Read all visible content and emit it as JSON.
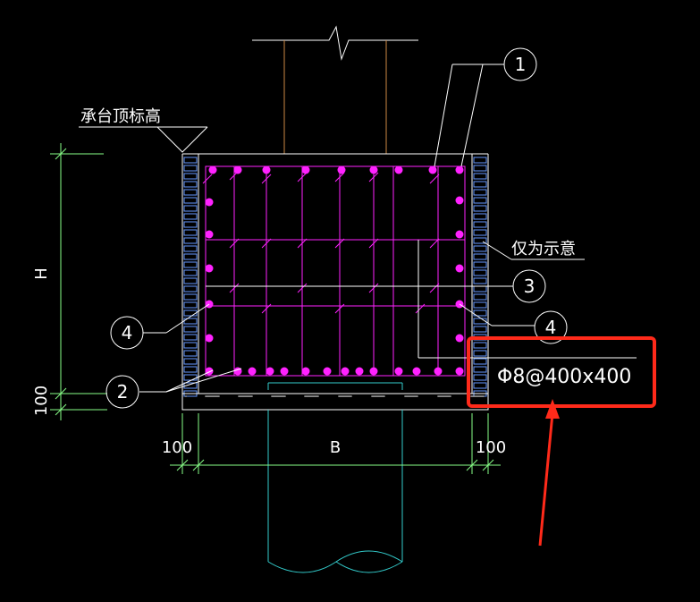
{
  "labels": {
    "cap_top_elevation": "承台顶标高",
    "schematic_only": "仅为示意",
    "height_dim": "H",
    "width_dim": "B",
    "dim_100_bottom": "100",
    "dim_100_left": "100",
    "dim_100_right": "100",
    "rebar_spec": "Φ8@400x400"
  },
  "callouts": [
    "1",
    "2",
    "3",
    "4",
    "4"
  ],
  "colors": {
    "background": "#000000",
    "rebar": "#ff22ff",
    "dimension": "#88ff88",
    "wall": "#6699ff",
    "column": "#cc8844",
    "pile": "#33cccc",
    "outline": "#ffffff",
    "highlight": "#ff2a1a"
  }
}
